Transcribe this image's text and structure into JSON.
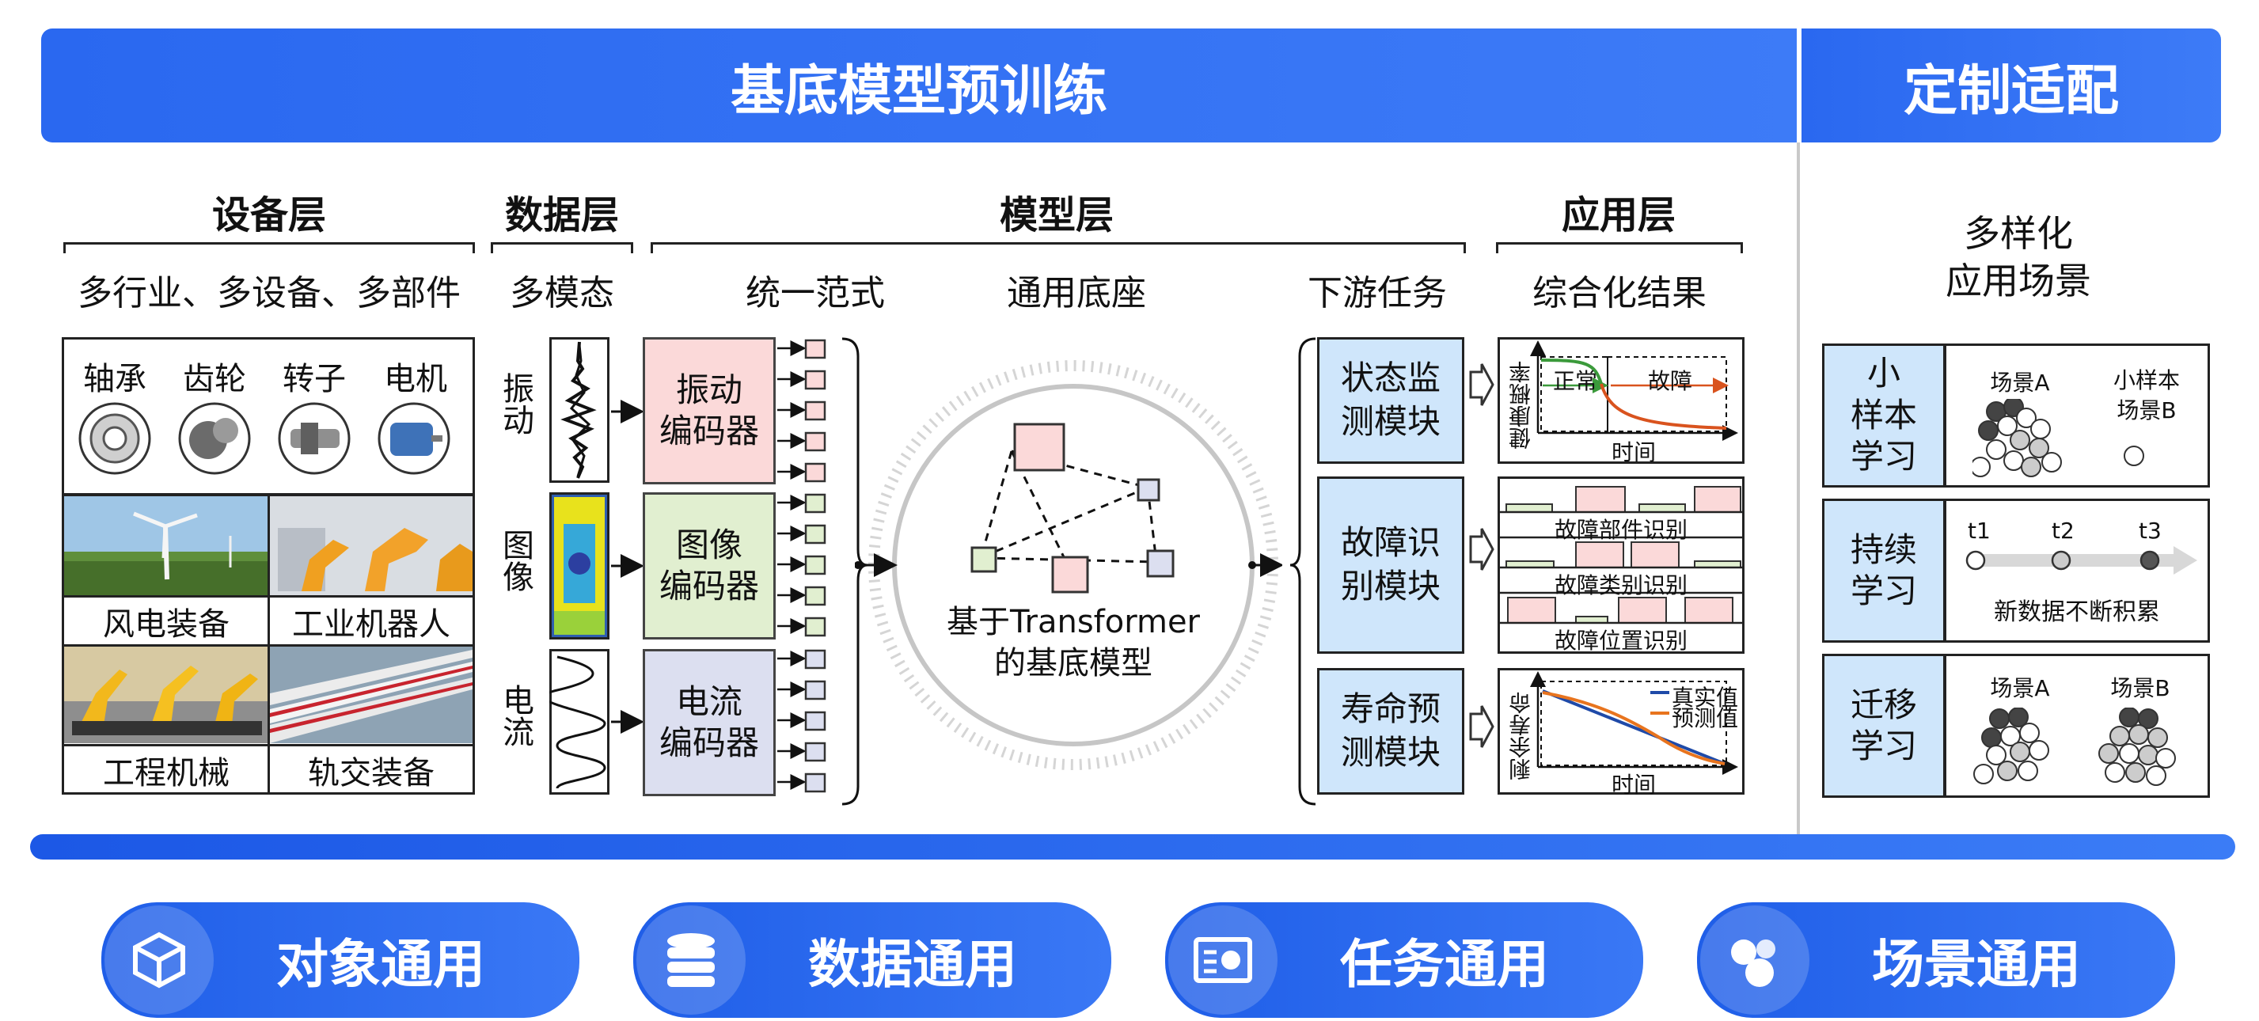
{
  "header": {
    "pretrain": "基底模型预训练",
    "custom": "定制适配"
  },
  "layers": {
    "device": {
      "title": "设备层",
      "subtitle": "多行业、多设备、多部件"
    },
    "data": {
      "title": "数据层",
      "subtitle": "多模态"
    },
    "model": {
      "title": "模型层",
      "sub1": "统一范式",
      "sub2": "通用底座",
      "sub3": "下游任务"
    },
    "app": {
      "title": "应用层",
      "subtitle": "综合化结果"
    }
  },
  "parts": [
    "轴承",
    "齿轮",
    "转子",
    "电机"
  ],
  "equipment": [
    "风电装备",
    "工业机器人",
    "工程机械",
    "轨交装备"
  ],
  "modalities": [
    "振动",
    "图像",
    "电流"
  ],
  "encoders": [
    "振动\n编码器",
    "图像\n编码器",
    "电流\n编码器"
  ],
  "foundation": {
    "line1": "基于Transformer",
    "line2": "的基底模型"
  },
  "tasks": [
    "状态监\n测模块",
    "故障识\n别模块",
    "寿命预\n测模块"
  ],
  "results": {
    "monitor": {
      "ylabel": "健康概率",
      "xlabel": "时间",
      "normal": "正常",
      "fault": "故障"
    },
    "diagnosis": [
      "故障部件识别",
      "故障类别识别",
      "故障位置识别"
    ],
    "life": {
      "ylabel": "剩余寿命",
      "xlabel": "时间",
      "legend_true": "真实值",
      "legend_pred": "预测值"
    }
  },
  "custom": {
    "title1": "多样化",
    "title2": "应用场景",
    "scenes": [
      {
        "label": "小\n样本\n学习",
        "a": "场景A",
        "b": "小样本\n场景B"
      },
      {
        "label": "持续\n学习",
        "t1": "t1",
        "t2": "t2",
        "t3": "t3",
        "caption": "新数据不断积累"
      },
      {
        "label": "迁移\n学习",
        "a": "场景A",
        "b": "场景B"
      }
    ]
  },
  "pills": [
    "对象通用",
    "数据通用",
    "任务通用",
    "场景通用"
  ],
  "colors": {
    "accent": "#2a68f0",
    "vib": "#fbd9d9",
    "img": "#e1efd0",
    "cur": "#dcdff0",
    "task": "#cfe6fb"
  }
}
